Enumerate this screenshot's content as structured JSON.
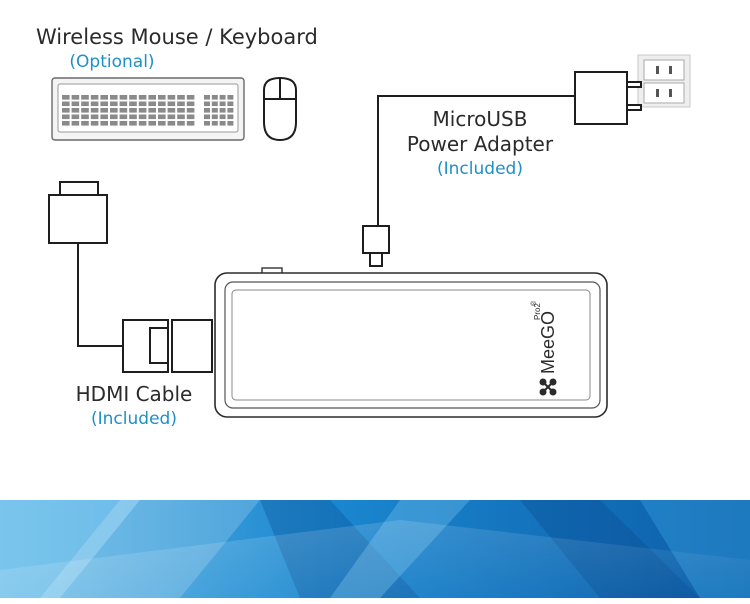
{
  "labels": {
    "keyboard_title": "Wireless Mouse / Keyboard",
    "keyboard_note": "(Optional)",
    "power_title_line1": "MicroUSB",
    "power_title_line2": "Power Adapter",
    "power_note": "(Included)",
    "hdmi_title": "HDMI Cable",
    "hdmi_note": "(Included)"
  },
  "device": {
    "brand": "MeeGO",
    "brand_sup": "Pro2",
    "trademark": "®"
  },
  "colors": {
    "text_dark": "#2b2b2b",
    "accent_blue": "#1f8fc8",
    "line": "#333333",
    "banner_blue": "#1a86cf"
  }
}
